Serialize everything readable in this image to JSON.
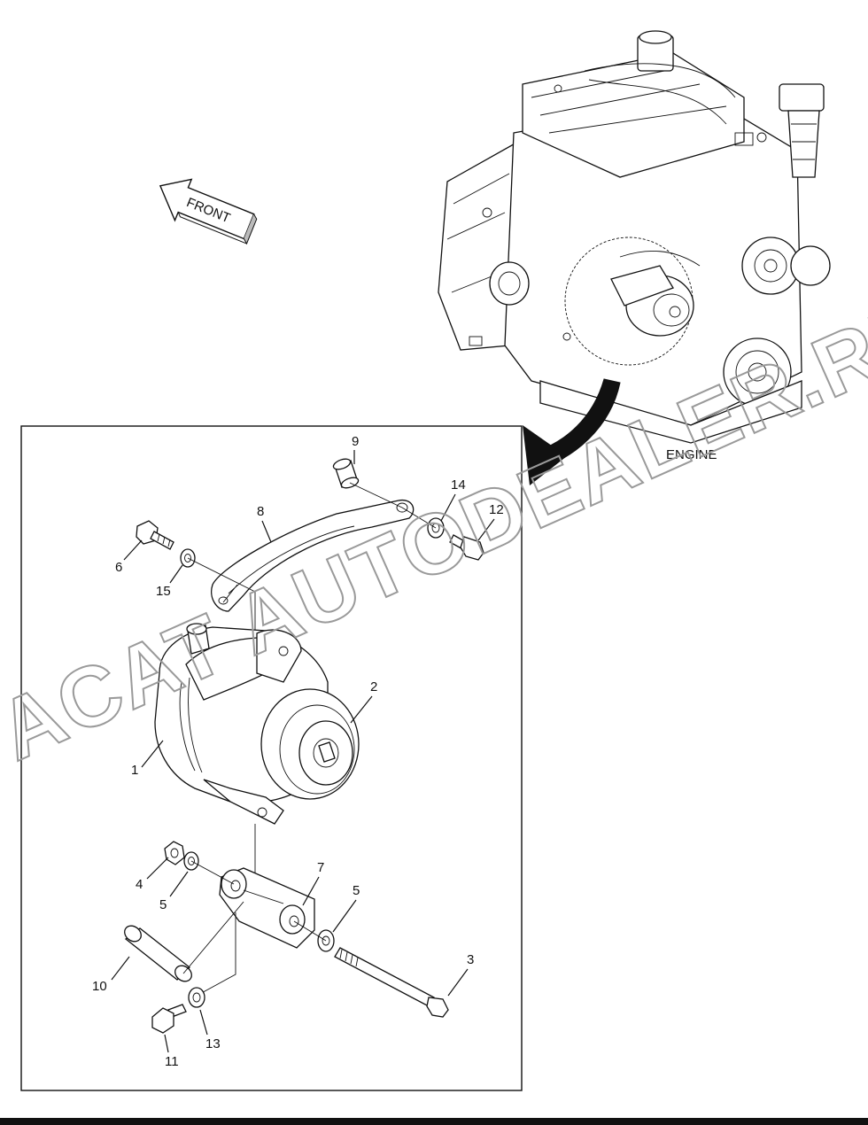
{
  "engine_label": "ENGINE",
  "front_label": "FRONT",
  "watermark": "ACAT AUTODEALER.RU",
  "callouts": {
    "c1": "1",
    "c2": "2",
    "c3": "3",
    "c4": "4",
    "c5a": "5",
    "c5b": "5",
    "c6": "6",
    "c7": "7",
    "c8": "8",
    "c9": "9",
    "c10": "10",
    "c11": "11",
    "c12": "12",
    "c13": "13",
    "c14": "14",
    "c15": "15"
  }
}
